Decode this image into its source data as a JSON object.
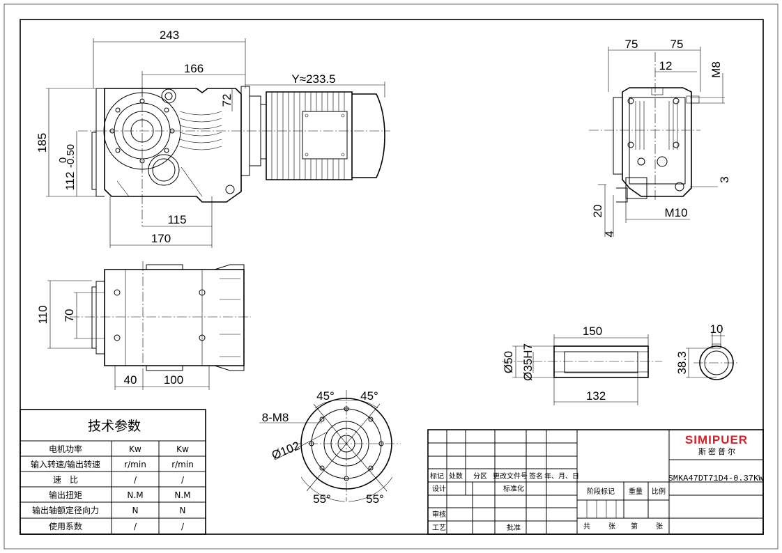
{
  "dimensions": {
    "front_view": {
      "total_length": "243",
      "length_166": "166",
      "motor_length": "Y≈233.5",
      "height": "185",
      "center_height": "112",
      "center_tol_upper": "0",
      "center_tol_lower": "-0.50",
      "small_72": "72",
      "base_115": "115",
      "base_170": "170"
    },
    "top_view": {
      "width_110": "110",
      "width_70": "70",
      "len_40": "40",
      "len_100": "100"
    },
    "flange_view": {
      "angle_top_left": "45°",
      "angle_top_right": "45°",
      "holes": "8-M8",
      "pcd": "Ø102",
      "angle_bottom_left": "55°",
      "angle_bottom_right": "55°"
    },
    "side_view": {
      "w_left": "75",
      "w_right": "75",
      "d_12": "12",
      "thread_m8": "M8",
      "d_3": "3",
      "d_20": "20",
      "d_4": "4",
      "thread_m10": "M10"
    },
    "shaft_view": {
      "length_150": "150",
      "length_132": "132",
      "outer_dia": "Ø50",
      "bore_dia": "Ø35H7",
      "key_10": "10",
      "key_38_3": "38.3"
    }
  },
  "tech_table": {
    "title": "技术参数",
    "rows": [
      {
        "param": "电机功率",
        "v1": "Kw",
        "v2": "Kw"
      },
      {
        "param": "输入转速/输出转速",
        "v1": "r/min",
        "v2": "r/min"
      },
      {
        "param": "速　比",
        "v1": "/",
        "v2": "/"
      },
      {
        "param": "输出扭矩",
        "v1": "N.M",
        "v2": "N.M"
      },
      {
        "param": "输出轴额定径向力",
        "v1": "N",
        "v2": "N"
      },
      {
        "param": "使用系数",
        "v1": "/",
        "v2": "/"
      }
    ]
  },
  "title_block": {
    "rev_headers": [
      "标记",
      "处数",
      "分区",
      "更改文件号",
      "签名",
      "年、月、日"
    ],
    "design": "设计",
    "standardize": "标准化",
    "review": "审核",
    "process": "工艺",
    "approve": "批准",
    "stage_mark": "阶段标记",
    "weight": "重量",
    "scale": "比例",
    "total": "共",
    "sheets": "张",
    "page_no": "第",
    "sheet": "张",
    "brand": "SIMIPUER",
    "brand_cn": "斯密普尔",
    "model": "SMKA47DT71D4-0.37KW"
  }
}
